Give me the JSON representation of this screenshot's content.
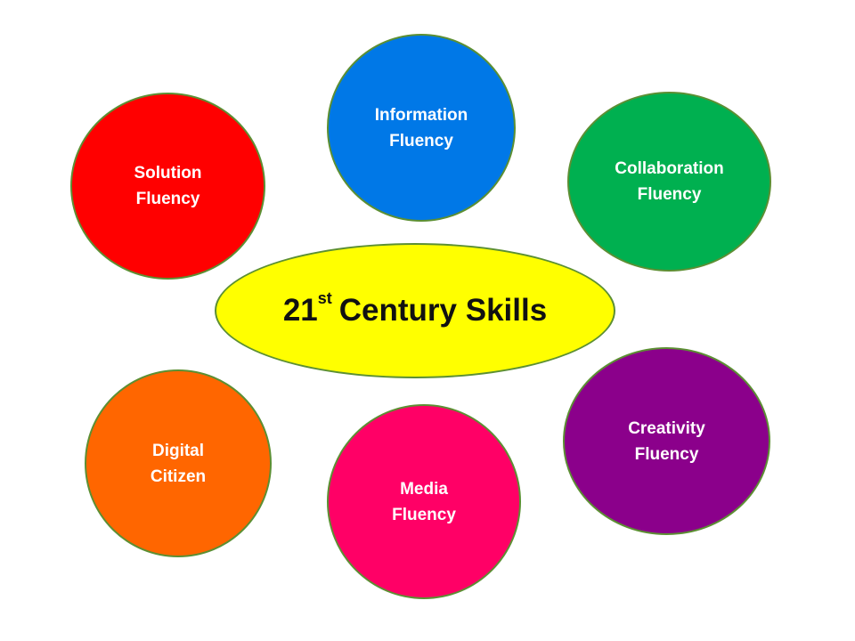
{
  "center": {
    "number": "21",
    "ordinal_suffix": "st",
    "label": "Century Skills",
    "color": "#ffff00"
  },
  "skills": [
    {
      "id": "information",
      "line1": "Information",
      "line2": "Fluency",
      "color": "#0078e7"
    },
    {
      "id": "solution",
      "line1": "Solution",
      "line2": "Fluency",
      "color": "#ff0000"
    },
    {
      "id": "collaboration",
      "line1": "Collaboration",
      "line2": "Fluency",
      "color": "#00b050"
    },
    {
      "id": "digital",
      "line1": "Digital",
      "line2": "Citizen",
      "color": "#ff6600"
    },
    {
      "id": "media",
      "line1": "Media",
      "line2": "Fluency",
      "color": "#ff0066"
    },
    {
      "id": "creativity",
      "line1": "Creativity",
      "line2": "Fluency",
      "color": "#8b008b"
    }
  ],
  "border_color": "#5c8f33"
}
